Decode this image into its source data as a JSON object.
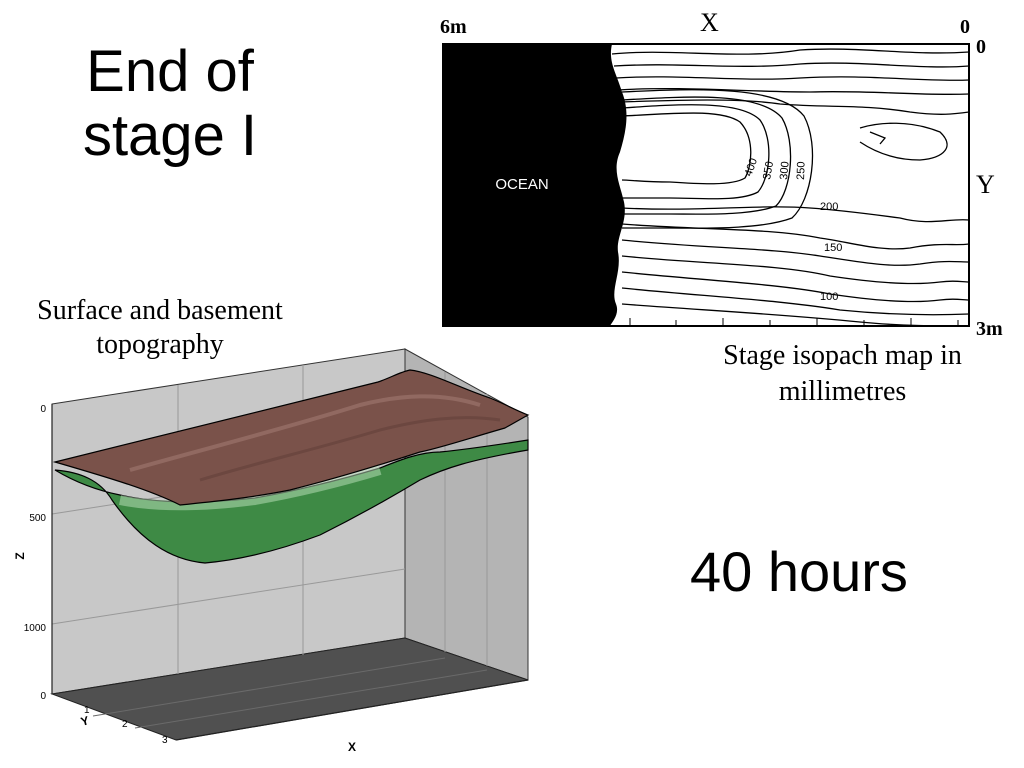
{
  "slide": {
    "title": "End of stage I",
    "time_label": "40 hours",
    "left_caption": "Surface and basement topography",
    "right_caption": "Stage isopach map in millimetres"
  },
  "isopach_map": {
    "x_axis_label": "X",
    "y_axis_label": "Y",
    "x_left_label": "6m",
    "x_right_label": "0",
    "y_top_label": "0",
    "y_bottom_label": "3m",
    "ocean_label": "OCEAN",
    "ocean_color": "#000000",
    "contour_labels": [
      "400",
      "350",
      "300",
      "250",
      "200",
      "150",
      "100"
    ]
  },
  "topography_plot": {
    "z_axis_label": "Z",
    "z_ticks": [
      "0",
      "500",
      "1000"
    ],
    "y_axis_label": "Y",
    "y_ticks": [
      "0",
      "1",
      "2",
      "3"
    ],
    "x_axis_label": "X",
    "surface_color": "#7a524a",
    "basement_color": "#3e8a45",
    "box_color": "#c8c8c8",
    "floor_color": "#505050"
  }
}
